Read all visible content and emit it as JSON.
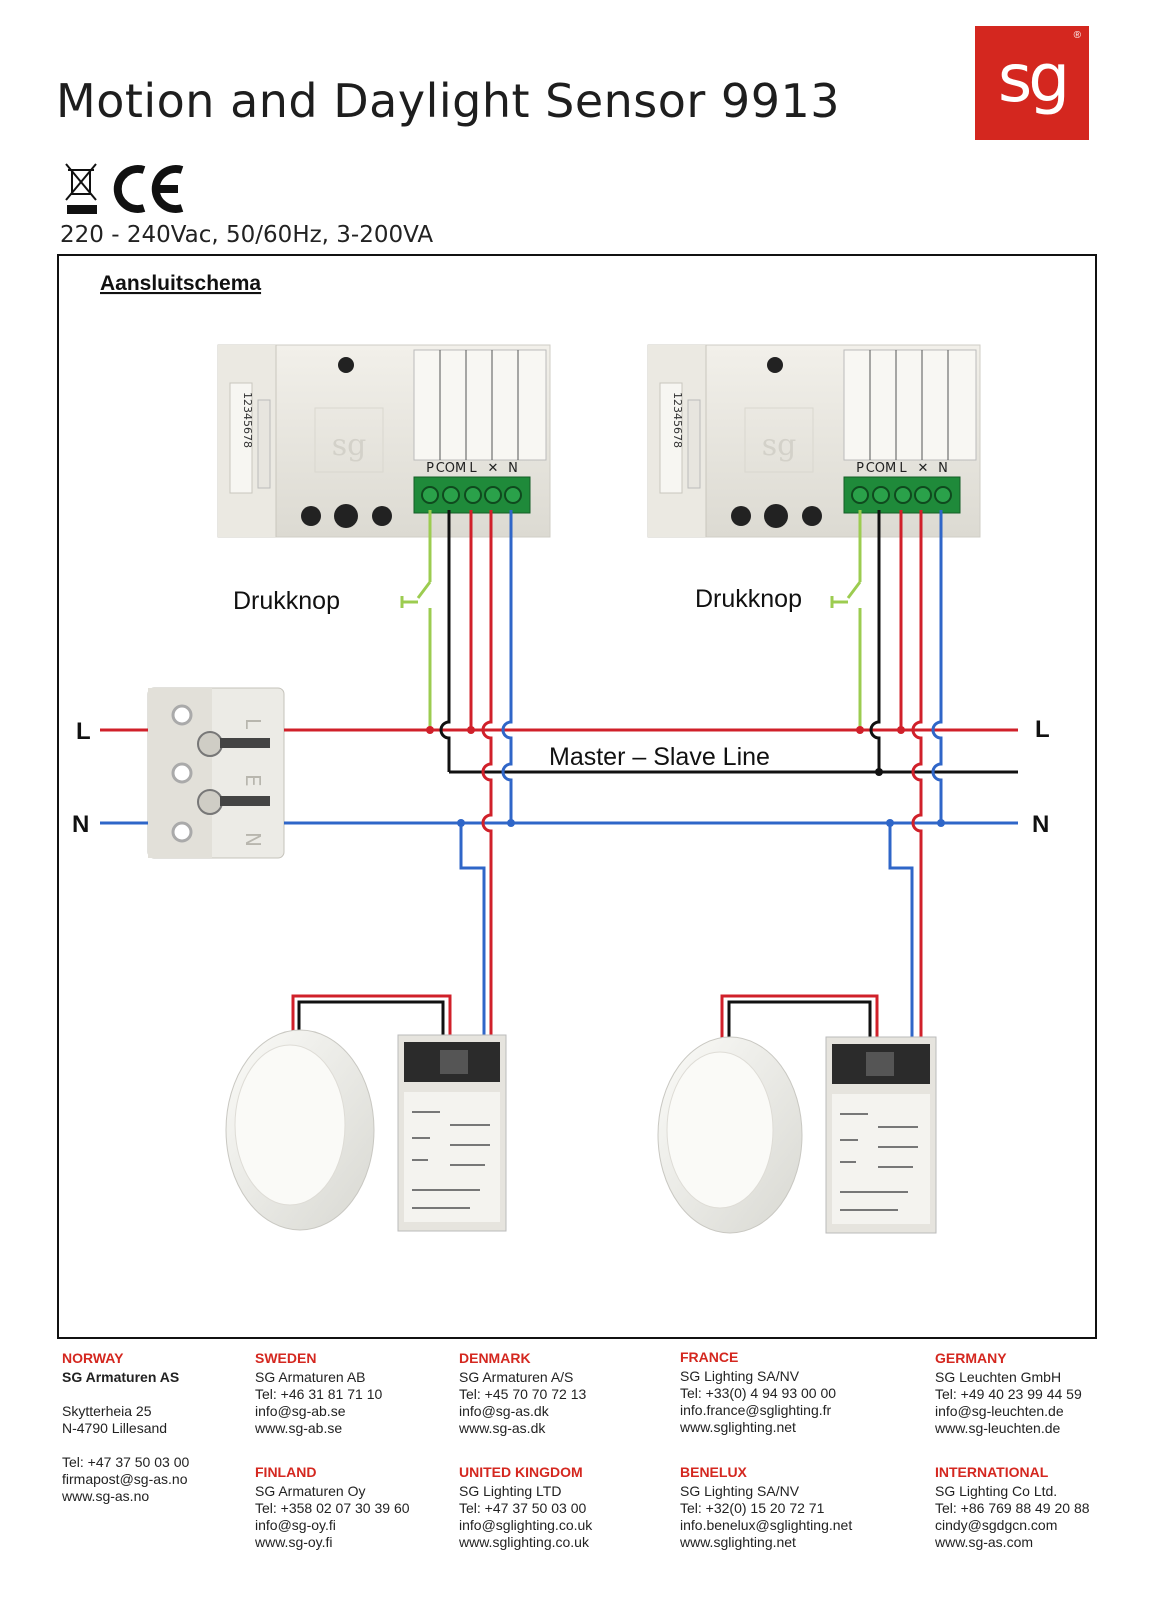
{
  "header": {
    "title": "Motion and Daylight Sensor 9913",
    "logo_text": "sg",
    "logo_registered": "®",
    "spec": "220 - 240Vac, 50/60Hz, 3-200VA",
    "cert_icons": [
      "weee-bin-icon",
      "ce-mark-icon"
    ]
  },
  "diagram": {
    "heading": "Aansluitschema",
    "sensor_terminals": [
      "P",
      "COM",
      "L",
      "✕",
      "N"
    ],
    "dip_numbers": "12345678",
    "sensor_brand": "sg",
    "pushbutton_label_left": "Drukknop",
    "pushbutton_label_right": "Drukknop",
    "line_label_left": "L",
    "neutral_label_left": "N",
    "line_label_right": "L",
    "neutral_label_right": "N",
    "master_slave_label": "Master – Slave Line",
    "connector_letters": [
      "L",
      "E",
      "N"
    ],
    "colors": {
      "live": "#d0202a",
      "neutral": "#2f66c8",
      "black": "#111111",
      "push": "#9ccc50",
      "frame": "#111111"
    }
  },
  "footer": {
    "columns": [
      {
        "country": "NORWAY",
        "lines": [
          "SG Armaturen AS",
          "",
          "Skytterheia 25",
          "N-4790 Lillesand",
          "",
          "Tel: +47 37 50 03 00",
          "firmapost@sg-as.no",
          "www.sg-as.no"
        ]
      },
      {
        "country": "SWEDEN",
        "lines": [
          "SG Armaturen AB",
          "Tel: +46 31 81 71 10",
          "info@sg-ab.se",
          "www.sg-ab.se"
        ]
      },
      {
        "country": "FINLAND",
        "lines": [
          "SG Armaturen Oy",
          "Tel: +358 02 07 30 39 60",
          "info@sg-oy.fi",
          "www.sg-oy.fi"
        ]
      },
      {
        "country": "DENMARK",
        "lines": [
          "SG Armaturen A/S",
          "Tel: +45 70 70 72 13",
          "info@sg-as.dk",
          "www.sg-as.dk"
        ]
      },
      {
        "country": "UNITED KINGDOM",
        "lines": [
          "SG Lighting LTD",
          "Tel: +47 37 50 03 00",
          "info@sglighting.co.uk",
          "www.sglighting.co.uk"
        ]
      },
      {
        "country": "FRANCE",
        "lines": [
          "SG Lighting SA/NV",
          "Tel: +33(0) 4 94 93 00 00",
          "info.france@sglighting.fr",
          "www.sglighting.net"
        ]
      },
      {
        "country": "BENELUX",
        "lines": [
          "SG Lighting SA/NV",
          "Tel: +32(0) 15 20 72 71",
          "info.benelux@sglighting.net",
          "www.sglighting.net"
        ]
      },
      {
        "country": "GERMANY",
        "lines": [
          "SG Leuchten GmbH",
          "Tel: +49 40 23 99 44 59",
          "info@sg-leuchten.de",
          "www.sg-leuchten.de"
        ]
      },
      {
        "country": "INTERNATIONAL",
        "lines": [
          "SG Lighting Co Ltd.",
          "Tel: +86 769 88 49 20 88",
          "cindy@sgdgcn.com",
          "www.sg-as.com"
        ]
      }
    ]
  }
}
